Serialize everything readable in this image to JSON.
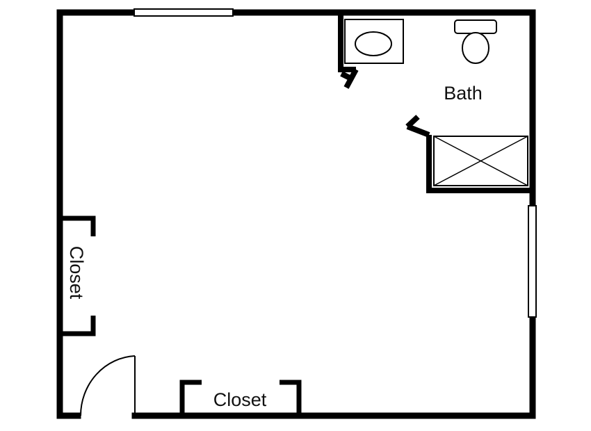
{
  "floor_plan": {
    "rooms": {
      "bath": {
        "label": "Bath"
      },
      "closet_left": {
        "label": "Closet"
      },
      "closet_bottom": {
        "label": "Closet"
      }
    },
    "fixtures": [
      "toilet-icon",
      "sink-icon",
      "shower-stall-icon"
    ],
    "colors": {
      "wall": "#000000",
      "background": "#ffffff"
    }
  }
}
